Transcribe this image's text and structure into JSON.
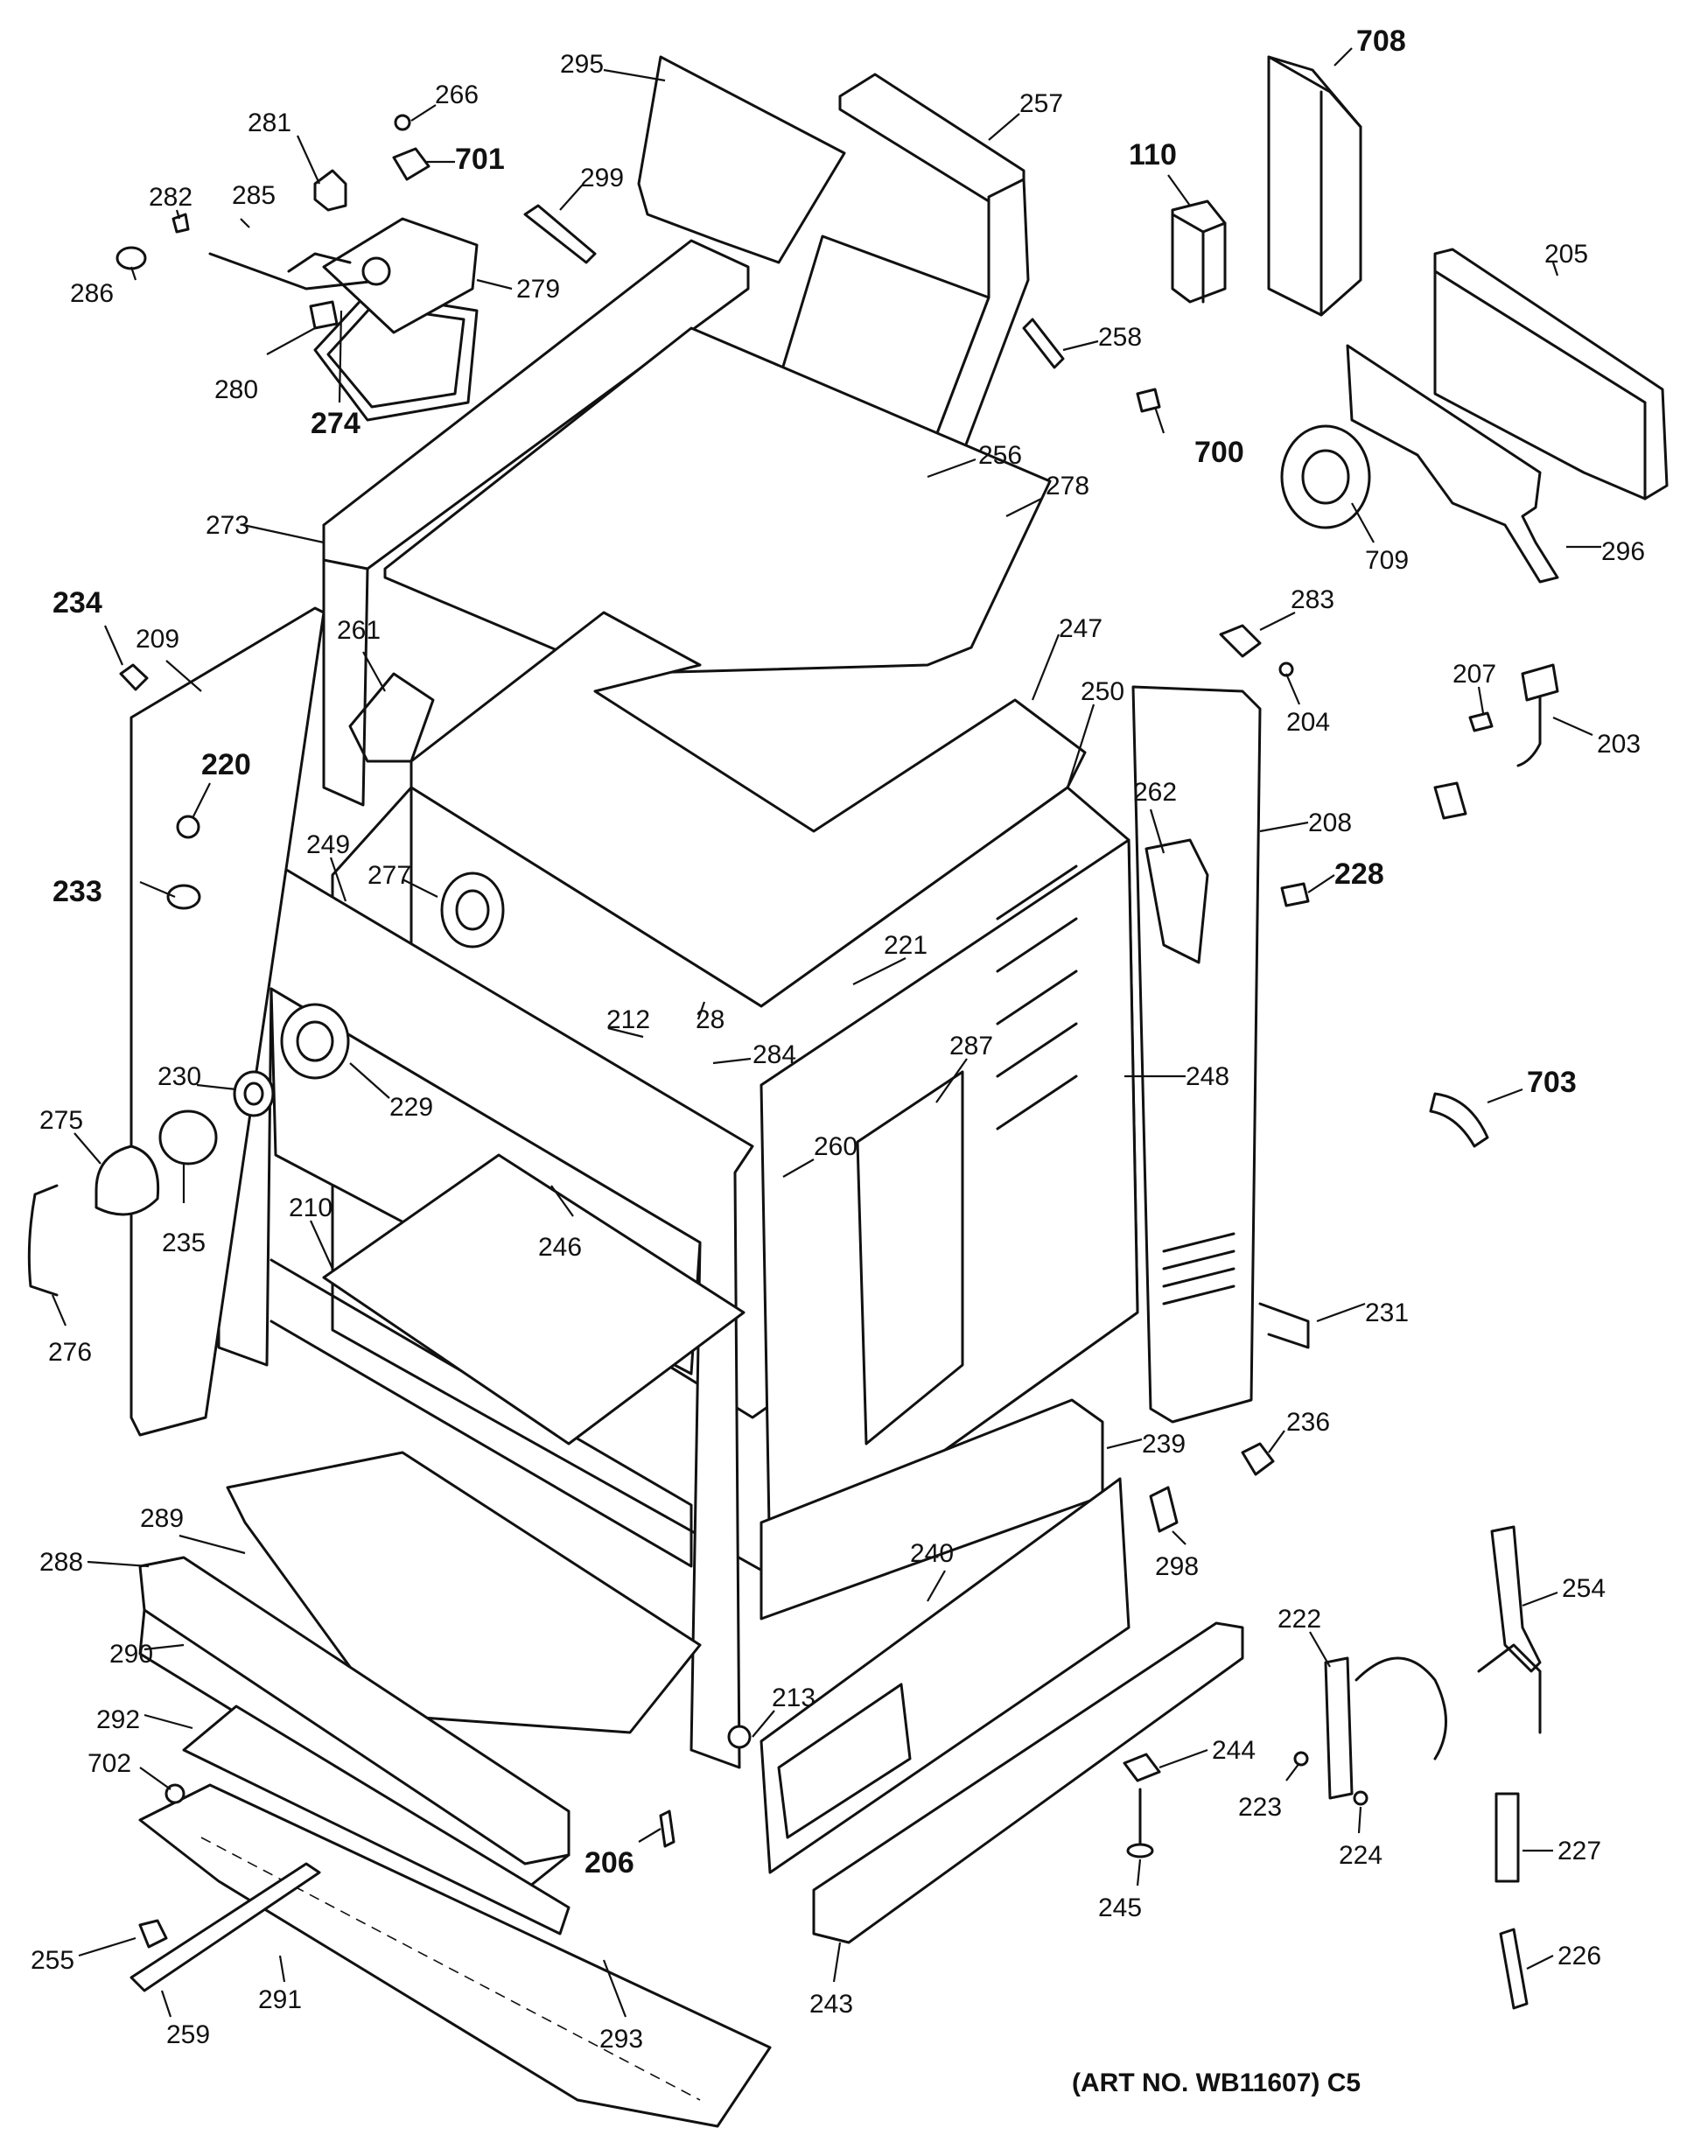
{
  "diagram": {
    "caption": "(ART NO. WB11607) C5",
    "labels": [
      {
        "id": "295",
        "text": "295"
      },
      {
        "id": "266",
        "text": "266"
      },
      {
        "id": "701",
        "text": "701"
      },
      {
        "id": "281",
        "text": "281"
      },
      {
        "id": "257",
        "text": "257"
      },
      {
        "id": "708",
        "text": "708"
      },
      {
        "id": "110",
        "text": "110"
      },
      {
        "id": "299",
        "text": "299"
      },
      {
        "id": "282",
        "text": "282"
      },
      {
        "id": "285",
        "text": "285"
      },
      {
        "id": "279",
        "text": "279"
      },
      {
        "id": "286",
        "text": "286"
      },
      {
        "id": "280",
        "text": "280"
      },
      {
        "id": "274",
        "text": "274"
      },
      {
        "id": "205",
        "text": "205"
      },
      {
        "id": "258",
        "text": "258"
      },
      {
        "id": "700",
        "text": "700"
      },
      {
        "id": "256",
        "text": "256"
      },
      {
        "id": "278",
        "text": "278"
      },
      {
        "id": "709",
        "text": "709"
      },
      {
        "id": "296",
        "text": "296"
      },
      {
        "id": "273",
        "text": "273"
      },
      {
        "id": "234",
        "text": "234"
      },
      {
        "id": "209",
        "text": "209"
      },
      {
        "id": "261",
        "text": "261"
      },
      {
        "id": "283",
        "text": "283"
      },
      {
        "id": "247",
        "text": "247"
      },
      {
        "id": "204",
        "text": "204"
      },
      {
        "id": "207",
        "text": "207"
      },
      {
        "id": "203",
        "text": "203"
      },
      {
        "id": "250",
        "text": "250"
      },
      {
        "id": "220",
        "text": "220"
      },
      {
        "id": "262",
        "text": "262"
      },
      {
        "id": "208",
        "text": "208"
      },
      {
        "id": "249",
        "text": "249"
      },
      {
        "id": "228",
        "text": "228"
      },
      {
        "id": "233",
        "text": "233"
      },
      {
        "id": "277",
        "text": "277"
      },
      {
        "id": "221",
        "text": "221"
      },
      {
        "id": "28",
        "text": "28"
      },
      {
        "id": "212",
        "text": "212"
      },
      {
        "id": "284",
        "text": "284"
      },
      {
        "id": "287",
        "text": "287"
      },
      {
        "id": "230",
        "text": "230"
      },
      {
        "id": "248",
        "text": "248"
      },
      {
        "id": "703",
        "text": "703"
      },
      {
        "id": "229",
        "text": "229"
      },
      {
        "id": "275",
        "text": "275"
      },
      {
        "id": "260",
        "text": "260"
      },
      {
        "id": "210",
        "text": "210"
      },
      {
        "id": "246",
        "text": "246"
      },
      {
        "id": "235",
        "text": "235"
      },
      {
        "id": "276",
        "text": "276"
      },
      {
        "id": "231",
        "text": "231"
      },
      {
        "id": "236",
        "text": "236"
      },
      {
        "id": "239",
        "text": "239"
      },
      {
        "id": "289",
        "text": "289"
      },
      {
        "id": "298",
        "text": "298"
      },
      {
        "id": "240",
        "text": "240"
      },
      {
        "id": "288",
        "text": "288"
      },
      {
        "id": "254",
        "text": "254"
      },
      {
        "id": "222",
        "text": "222"
      },
      {
        "id": "290",
        "text": "290"
      },
      {
        "id": "213",
        "text": "213"
      },
      {
        "id": "292",
        "text": "292"
      },
      {
        "id": "244",
        "text": "244"
      },
      {
        "id": "702",
        "text": "702"
      },
      {
        "id": "223",
        "text": "223"
      },
      {
        "id": "206",
        "text": "206"
      },
      {
        "id": "227",
        "text": "227"
      },
      {
        "id": "224",
        "text": "224"
      },
      {
        "id": "245",
        "text": "245"
      },
      {
        "id": "255",
        "text": "255"
      },
      {
        "id": "226",
        "text": "226"
      },
      {
        "id": "291",
        "text": "291"
      },
      {
        "id": "243",
        "text": "243"
      },
      {
        "id": "259",
        "text": "259"
      },
      {
        "id": "293",
        "text": "293"
      }
    ]
  }
}
